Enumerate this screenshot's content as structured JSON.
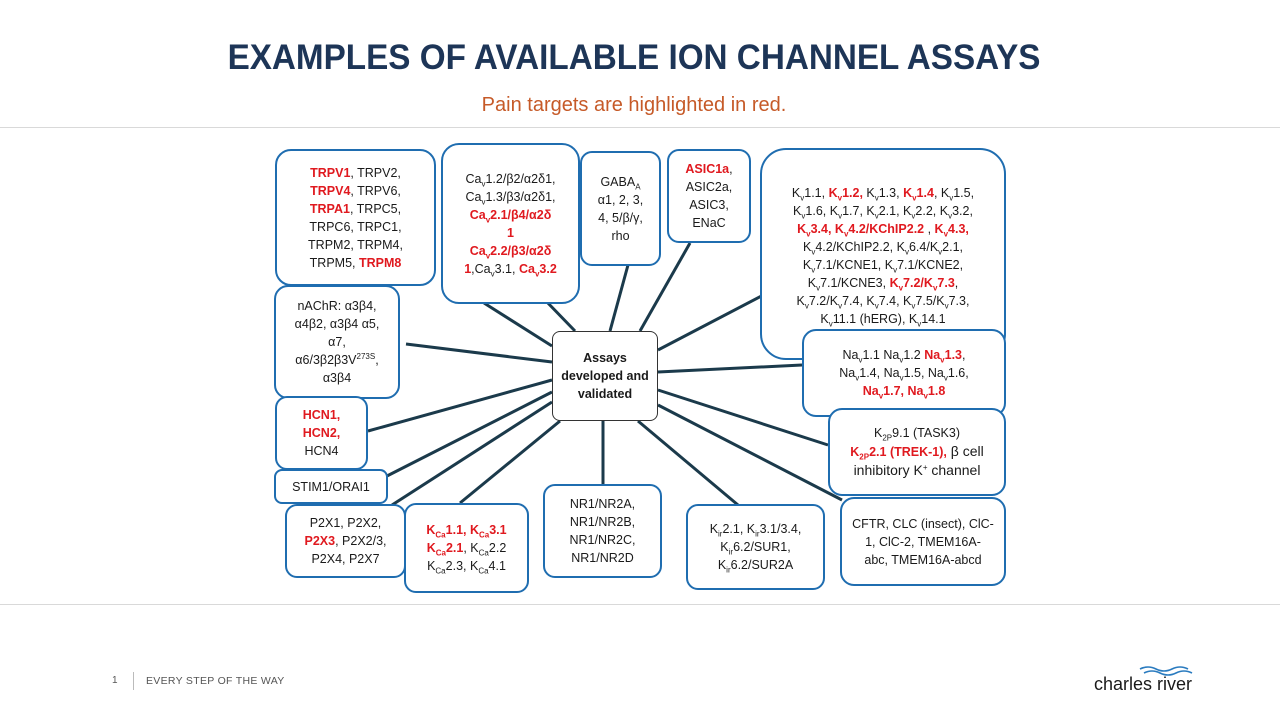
{
  "header": {
    "title": "EXAMPLES OF AVAILABLE ION CHANNEL ASSAYS",
    "subtitle": "Pain targets are highlighted in red."
  },
  "center_node": {
    "label": "Assays developed and validated"
  },
  "colors": {
    "title": "#1d3557",
    "subtitle": "#c65a28",
    "highlight": "#e0191f",
    "box_border": "#1f6db0",
    "connector": "#1b3a4b"
  },
  "nodes": {
    "trp": {
      "p1": "TRPV1",
      "p2": ", TRPV2,",
      "p3": "TRPV4",
      "p4": ", TRPV6,",
      "p5": "TRPA1",
      "p6": ", TRPC5,",
      "p7": "TRPC6, TRPC1,",
      "p8": "TRPM2, TRPM4,",
      "p9": "TRPM5, ",
      "p10": "TRPM8"
    },
    "cav": {
      "p1": "Ca",
      "p2": "v",
      "p3": "1.2/β2/α2δ1,",
      "p4": "Ca",
      "p5": "v",
      "p6": "1.3/β3/α2δ1,",
      "p7": "Ca",
      "p8": "v",
      "p9": "2.1/β4/α2δ",
      "p10": "1",
      "p11": "Ca",
      "p12": "v",
      "p13": "2.2/β3/α2δ",
      "p14": "1",
      "p15": ",Ca",
      "p16": "v",
      "p17": "3.1, ",
      "p18": "Ca",
      "p19": "v",
      "p20": "3.2"
    },
    "gaba": {
      "p1": "GABA",
      "p2": "A",
      "p3": "α1, 2, 3,",
      "p4": "4, 5/β/γ,",
      "p5": "rho"
    },
    "asic": {
      "p1": "ASIC1a",
      "p2": ",",
      "p3": "ASIC2a,",
      "p4": "ASIC3,",
      "p5": "ENaC"
    },
    "kv": {
      "l1a": "K",
      "l1b": "v",
      "l1c": "1.1, ",
      "l1d": "K",
      "l1e": "v",
      "l1f": "1.2,",
      "l1g": " K",
      "l1h": "v",
      "l1i": "1.3, ",
      "l1j": "K",
      "l1k": "v",
      "l1l": "1.4",
      "l1m": ", K",
      "l1n": "v",
      "l1o": "1.5,",
      "l2a": "K",
      "l2b": "v",
      "l2c": "1.6, K",
      "l2d": "v",
      "l2e": "1.7, K",
      "l2f": "v",
      "l2g": "2.1, K",
      "l2h": "v",
      "l2i": "2.2, K",
      "l2j": "v",
      "l2k": "3.2,",
      "l3a": "K",
      "l3b": "v",
      "l3c": "3.4, K",
      "l3d": "v",
      "l3e": "4.2/KChIP2.2",
      "l3f": " , ",
      "l3g": "K",
      "l3h": "v",
      "l3i": "4.3,",
      "l4a": "K",
      "l4b": "v",
      "l4c": "4.2/KChIP2.2, K",
      "l4d": "v",
      "l4e": "6.4/K",
      "l4f": "v",
      "l4g": "2.1,",
      "l5a": "K",
      "l5b": "v",
      "l5c": "7.1/KCNE1, K",
      "l5d": "v",
      "l5e": "7.1/KCNE2,",
      "l6a": "K",
      "l6b": "v",
      "l6c": "7.1/KCNE3, ",
      "l6d": "K",
      "l6e": "v",
      "l6f": "7.2/K",
      "l6g": "v",
      "l6h": "7.3",
      "l6i": ",",
      "l7a": "K",
      "l7b": "v",
      "l7c": "7.2/K",
      "l7d": "v",
      "l7e": "7.4, K",
      "l7f": "v",
      "l7g": "7.4, K",
      "l7h": "v",
      "l7i": "7.5/K",
      "l7j": "v",
      "l7k": "7.3,",
      "l8a": "K",
      "l8b": "v",
      "l8c": "11.1 (hERG), K",
      "l8d": "v",
      "l8e": "14.1"
    },
    "nachr": {
      "p1": "nAChR: α3β4,",
      "p2": "α4β2, α3β4 α5,",
      "p3": "α7,",
      "p4": "α6/3β2β3V",
      "p5": "273S",
      "p6": ",",
      "p7": "α3β4"
    },
    "nav": {
      "a": "Na",
      "b": "v",
      "c": "1.1",
      "d": " Na",
      "e": "v",
      "f": "1.2",
      "g": " Na",
      "h": "v",
      "i": "1.3",
      "j": ",",
      "k": "Na",
      "l": "v",
      "m": "1.4, Na",
      "n": "v",
      "o": "1.5, Na",
      "p": "v",
      "q": "1.6,",
      "r": "Na",
      "s": "v",
      "t": "1.7, Na",
      "u": "v",
      "v": "1.8"
    },
    "hcn": {
      "p1": "HCN1,",
      "p2": "HCN2,",
      "p3": "HCN4"
    },
    "k2p": {
      "p1": "K",
      "p2": "2P",
      "p3": "9.1 (TASK3)",
      "p4": "K",
      "p5": "2P",
      "p6": "2.1 (TREK-1),",
      "p7": " β cell",
      "p8": "inhibitory  K",
      "p9": "+",
      "p10": " channel"
    },
    "stim": {
      "label": "STIM1/ORAI1"
    },
    "p2x": {
      "p1": "P2X1, P2X2,",
      "p2": "P2X3",
      "p3": ", P2X2/3,",
      "p4": "P2X4, P2X7"
    },
    "kca": {
      "a": "K",
      "b": "Ca",
      "c": "1.1, K",
      "d": "Ca",
      "e": "3.1",
      "f": "K",
      "g": "Ca",
      "h": "2.1",
      "i": ", K",
      "j": "Ca",
      "k": "2.2",
      "l": "K",
      "m": "Ca",
      "n": "2.3, K",
      "o": "Ca",
      "p": "4.1"
    },
    "nmda": {
      "p1": "NR1/NR2A,",
      "p2": "NR1/NR2B,",
      "p3": "NR1/NR2C,",
      "p4": "NR1/NR2D"
    },
    "kir": {
      "a": "K",
      "b": "ir",
      "c": "2.1, K",
      "d": "ir",
      "e": "3.1/3.4,",
      "f": "K",
      "g": "ir",
      "h": "6.2/SUR1,",
      "i": "K",
      "j": "ir",
      "k": "6.2/SUR2A"
    },
    "cftr": {
      "p1": "CFTR, CLC (insect), ClC-",
      "p2": "1, ClC-2, TMEM16A-",
      "p3": "abc, TMEM16A-abcd"
    }
  },
  "footer": {
    "page_number": "1",
    "tagline": "EVERY STEP OF THE WAY",
    "logo": "charles river"
  }
}
